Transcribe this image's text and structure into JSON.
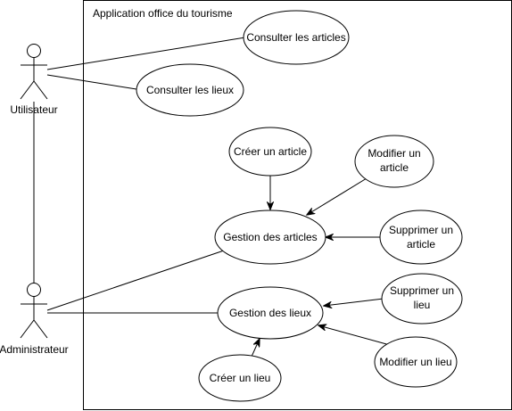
{
  "system": {
    "title": "Application office du tourisme"
  },
  "actors": {
    "utilisateur": "Utilisateur",
    "administrateur": "Administrateur"
  },
  "use_cases": {
    "consulter_articles": "Consulter les articles",
    "consulter_lieux": "Consulter les lieux",
    "creer_article": "Créer un article",
    "modifier_article_line1": "Modifier un",
    "modifier_article_line2": "article",
    "gestion_articles": "Gestion des articles",
    "supprimer_article_line1": "Supprimer un",
    "supprimer_article_line2": "article",
    "supprimer_lieu_line1": "Supprimer un",
    "supprimer_lieu_line2": "lieu",
    "gestion_lieux": "Gestion des lieux",
    "modifier_lieu": "Modifier un lieu",
    "creer_lieu": "Créer un lieu"
  }
}
